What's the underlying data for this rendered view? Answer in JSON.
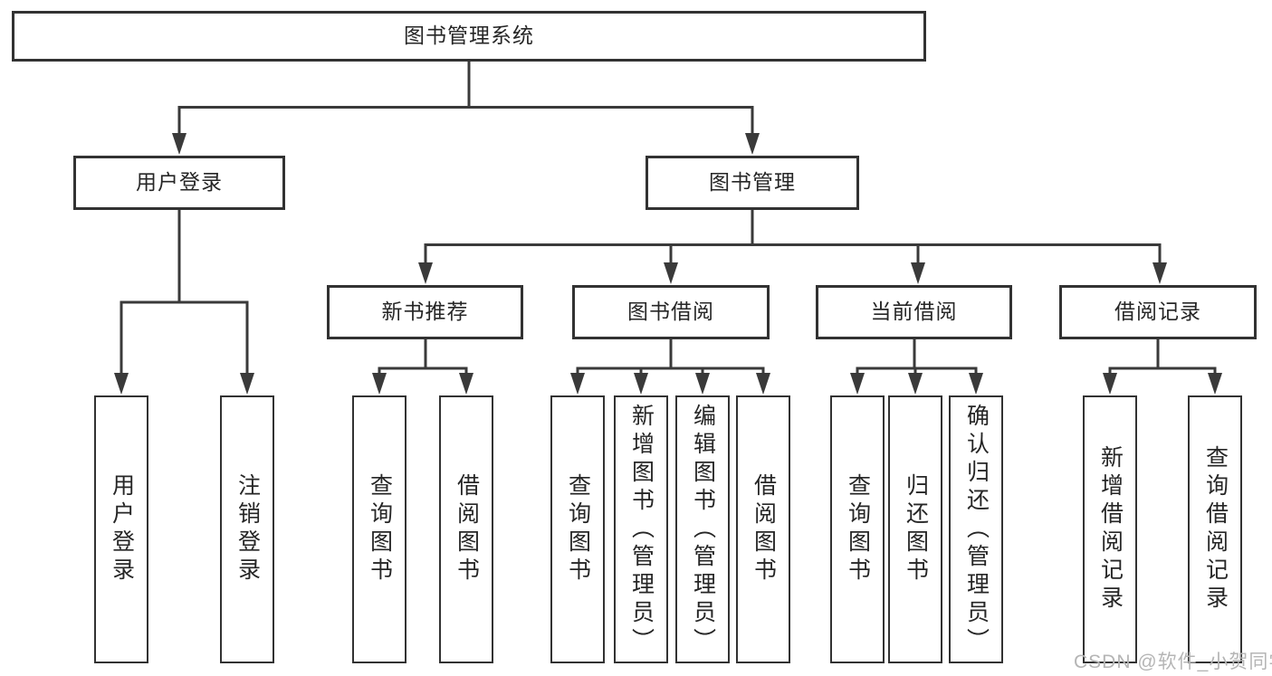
{
  "diagram": {
    "tree": {
      "root": {
        "label": "图书管理系统"
      },
      "user_login": {
        "label": "用户登录",
        "children": [
          "用户登录",
          "注销登录"
        ]
      },
      "book_management": {
        "label": "图书管理"
      },
      "new_book_recommend": {
        "label": "新书推荐",
        "children": [
          "查询图书",
          "借阅图书"
        ]
      },
      "book_borrowing": {
        "label": "图书借阅",
        "children": [
          "查询图书",
          "新增图书（管理员）",
          "编辑图书（管理员）",
          "借阅图书"
        ]
      },
      "current_borrowing": {
        "label": "当前借阅",
        "children": [
          "查询图书",
          "归还图书",
          "确认归还（管理员）"
        ]
      },
      "borrowing_records": {
        "label": "借阅记录",
        "children": [
          "新增借阅记录",
          "查询借阅记录"
        ]
      }
    },
    "watermark": "CSDN @软件_小贺同学",
    "colors": {
      "line": "#3a3a3a",
      "border": "#323232",
      "text": "#262626",
      "watermark": "#b5b5b5",
      "bg": "#ffffff"
    }
  }
}
